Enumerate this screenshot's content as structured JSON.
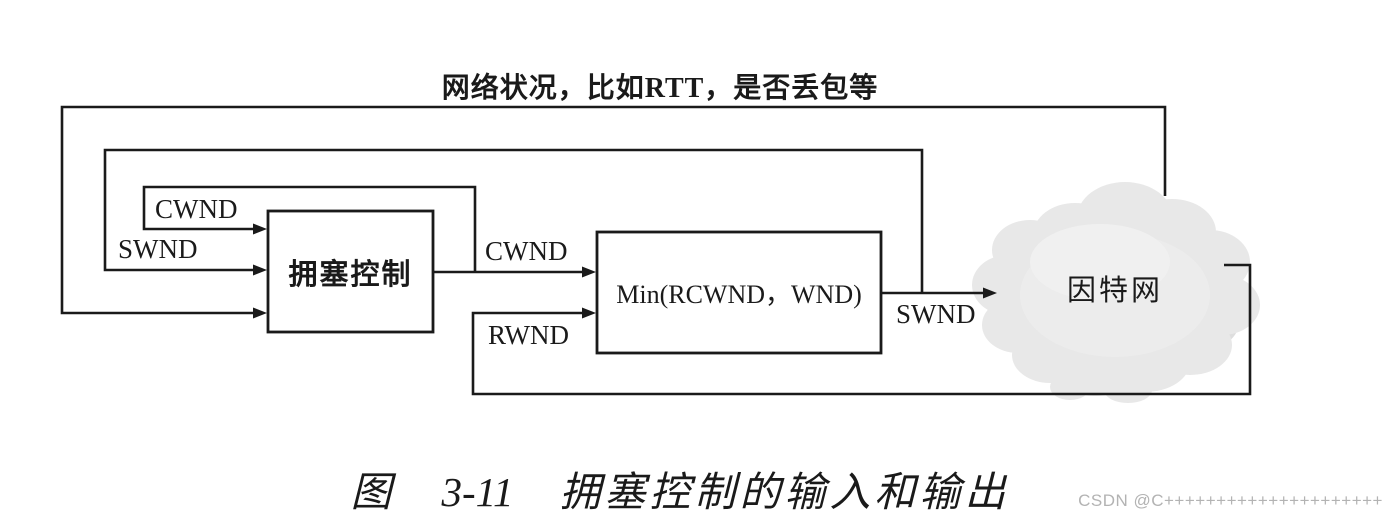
{
  "diagram": {
    "title": "网络状况，比如RTT，是否丢包等",
    "boxes": {
      "congestion_control": "拥塞控制",
      "min_function": "Min(RCWND，WND)"
    },
    "cloud": {
      "label": "因特网"
    },
    "labels": {
      "cwnd_feedback": "CWND",
      "swnd_feedback": "SWND",
      "cwnd_output": "CWND",
      "rwnd_input": "RWND",
      "swnd_output": "SWND"
    }
  },
  "caption": {
    "figure_word": "图",
    "figure_number": "3-11",
    "text": "拥塞控制的输入和输出"
  },
  "watermark": "CSDN @C+++++++++++++++++++++",
  "colors": {
    "line": "#1a1a1a",
    "cloud_fill": "#e8e8e8",
    "cloud_shade": "#dadada",
    "cloud_highlight": "#f0f0f0",
    "watermark": "#b3b3b3"
  }
}
